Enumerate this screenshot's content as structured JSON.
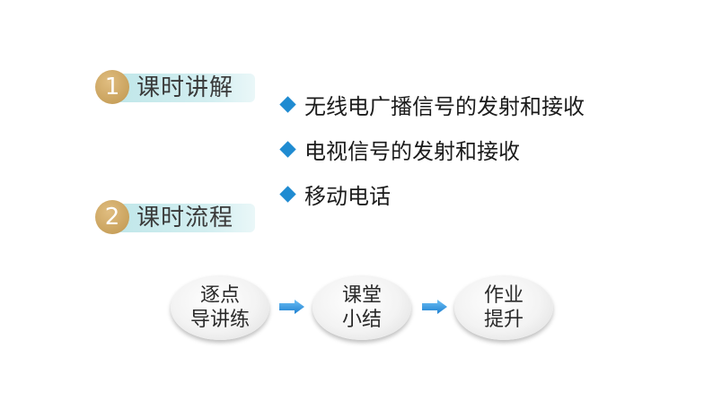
{
  "sections": [
    {
      "number": "1",
      "title": "课时讲解"
    },
    {
      "number": "2",
      "title": "课时流程"
    }
  ],
  "topics": [
    "无线电广播信号的发射和接收",
    "电视信号的发射和接收",
    "移动电话"
  ],
  "flow": [
    {
      "line1": "逐点",
      "line2": "导讲练"
    },
    {
      "line1": "课堂",
      "line2": "小结"
    },
    {
      "line1": "作业",
      "line2": "提升"
    }
  ],
  "colors": {
    "badge": "#c9a25d",
    "band": "#bfe6e9",
    "bullet": "#1f8bd1",
    "arrow": "#2a8fe0"
  },
  "icons": {
    "bullet": "diamond-bullet-icon",
    "arrow": "right-arrow-icon"
  }
}
